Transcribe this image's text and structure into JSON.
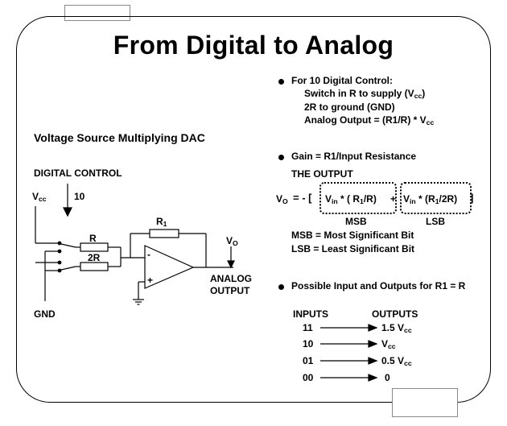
{
  "title": "From Digital to Analog",
  "left": {
    "heading": "Voltage Source Multiplying DAC",
    "digital_control": "DIGITAL CONTROL",
    "vcc_main": "V",
    "vcc_sub": "cc",
    "count": "10",
    "r_label": "R",
    "two_r_label": "2R",
    "r1_main": "R",
    "r1_sub": "1",
    "minus": "-",
    "plus": "+",
    "vo_main": "V",
    "vo_sub": "O",
    "analog_line1": "ANALOG",
    "analog_line2": "OUTPUT",
    "gnd": "GND"
  },
  "right": {
    "b1_line1": "For 10 Digital Control:",
    "b1_line2_main": "Switch in R to supply (V",
    "b1_line2_sub": "cc",
    "b1_line2_end": ")",
    "b1_line3": "2R to ground (GND)",
    "b1_line4_main": "Analog Output = (R1/R) * V",
    "b1_line4_sub": "cc",
    "gain": "Gain = R1/Input Resistance",
    "the_output": "THE OUTPUT",
    "eq_vo_main": "V",
    "eq_vo_sub": "O",
    "eq_eq": "= - [",
    "eq_t1_v": "V",
    "eq_t1_vsub": "in",
    "eq_t1_rest": " * ( R",
    "eq_t1_rsub": "1",
    "eq_t1_end": "/R)",
    "eq_plus": "+",
    "eq_t2_v": "V",
    "eq_t2_vsub": "in",
    "eq_t2_rest": " * (R",
    "eq_t2_rsub": "1",
    "eq_t2_end": "/2R)",
    "eq_close": "]",
    "msb": "MSB",
    "lsb": "LSB",
    "msb_def": "MSB = Most Significant Bit",
    "lsb_def": "LSB = Least Significant Bit",
    "possible": "Possible Input and Outputs for  R1 = R",
    "inputs_header": "INPUTS",
    "outputs_header": "OUTPUTS",
    "rows": [
      {
        "input": "11",
        "out_main": "1.5 V",
        "out_sub": "cc"
      },
      {
        "input": "10",
        "out_main": "V",
        "out_sub": "cc"
      },
      {
        "input": "01",
        "out_main": "0.5 V",
        "out_sub": "cc"
      },
      {
        "input": "00",
        "out_main": "0",
        "out_sub": ""
      }
    ]
  }
}
